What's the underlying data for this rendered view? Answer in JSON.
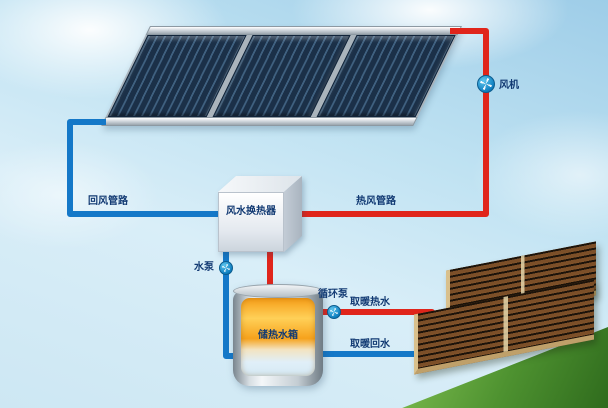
{
  "labels": {
    "fan": "风机",
    "return_air_pipe": "回风管路",
    "hot_air_pipe": "热风管路",
    "heat_exchanger": "风水换热器",
    "water_pump": "水泵",
    "circulation_pump": "循环泵",
    "storage_tank": "储热水箱",
    "heating_supply": "取暖热水",
    "heating_return": "取暖回水"
  },
  "colors": {
    "hot_pipe": "#e0251b",
    "cold_pipe": "#1478c8",
    "pump_icon": "#1699d6",
    "label_text": "#123a73",
    "collector_panel": "#1b3048",
    "tank_fluid": "#f6a21c",
    "grass": "#4e9230",
    "heating_slab": "#7c4f28"
  }
}
